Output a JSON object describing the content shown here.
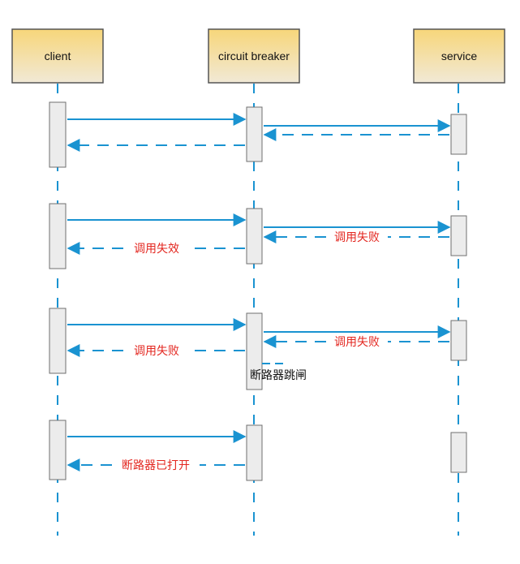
{
  "participants": [
    {
      "id": "client",
      "label": "client"
    },
    {
      "id": "breaker",
      "label": "circuit breaker"
    },
    {
      "id": "service",
      "label": "service"
    }
  ],
  "colors": {
    "arrow": "#1a93d1",
    "failure_text": "#e3261f",
    "header_fill_top": "#f7d67a",
    "header_fill_bottom": "#f1e9d6",
    "header_stroke": "#555555",
    "activation_fill": "#ececec",
    "activation_stroke": "#6f6f6f",
    "lifeline": "#1a93d1"
  },
  "messages": {
    "s1_fail_label": "调用失效",
    "s1_service_fail_label": "调用失败",
    "s2_client_fail_label": "调用失败",
    "s2_service_fail_label": "调用失败",
    "s3_open_label": "断路器已打开"
  },
  "notes": {
    "breaker_trip": "断路器跳闸"
  }
}
